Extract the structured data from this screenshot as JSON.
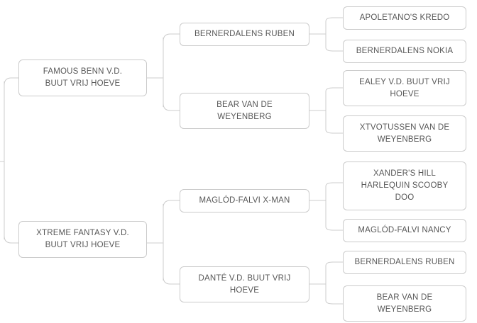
{
  "diagram": {
    "type": "pedigree-tree",
    "title": "",
    "orientation": "left-to-right",
    "levels": 3,
    "colors": {
      "box_border": "#cbcbcb",
      "box_fill": "#ffffff",
      "text": "#575757",
      "connector": "#cccccc"
    }
  },
  "nodes": {
    "level1": [
      {
        "id": "famous-benn",
        "label": "FAMOUS BENN V.D.\nBUUT VRIJ HOEVE"
      },
      {
        "id": "xtreme-fantasy",
        "label": "XTREME FANTASY V.D.\nBUUT VRIJ HOEVE"
      }
    ],
    "level2": [
      {
        "id": "bernerdalens-ruben-2",
        "label": "BERNERDALENS RUBEN"
      },
      {
        "id": "bear-van-de-weyenberg-2",
        "label": "BEAR VAN DE\nWEYENBERG"
      },
      {
        "id": "maglod-falvi-x-man",
        "label": "MAGLÓD-FALVI X-MAN"
      },
      {
        "id": "dante-vd-buut-vrij-hoeve",
        "label": "DANTÉ V.D. BUUT VRIJ\nHOEVE"
      }
    ],
    "level3": [
      {
        "id": "apoletanos-kredo",
        "label": "APOLETANO'S KREDO"
      },
      {
        "id": "bernerdalens-nokia",
        "label": "BERNERDALENS NOKIA"
      },
      {
        "id": "ealey-vd-buut-vrij-hoeve",
        "label": "EALEY V.D. BUUT VRIJ\nHOEVE"
      },
      {
        "id": "xtvotussen-van-de-weyenberg",
        "label": "XTVOTUSSEN VAN DE\nWEYENBERG"
      },
      {
        "id": "xanders-hill-harlequin-scooby-doo",
        "label": "XANDER'S HILL\nHARLEQUIN SCOOBY\nDOO"
      },
      {
        "id": "maglod-falvi-nancy",
        "label": "MAGLÓD-FALVI NANCY"
      },
      {
        "id": "bernerdalens-ruben-3",
        "label": "BERNERDALENS RUBEN"
      },
      {
        "id": "bear-van-de-weyenberg-3",
        "label": "BEAR VAN DE\nWEYENBERG"
      }
    ]
  }
}
